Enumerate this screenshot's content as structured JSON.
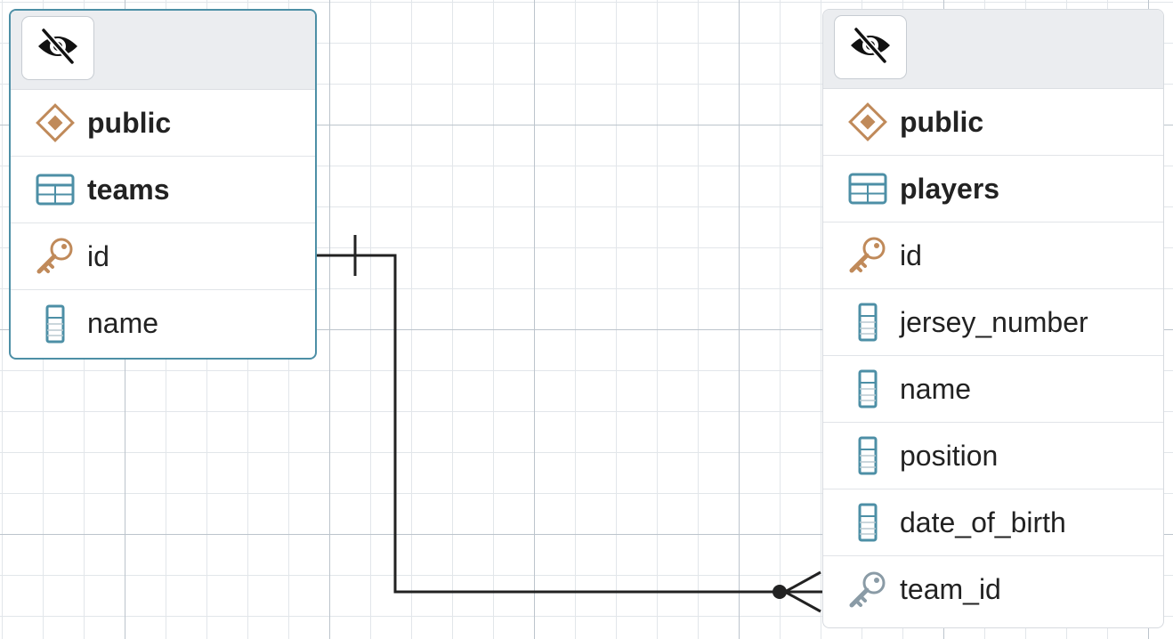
{
  "diagram": {
    "tables": [
      {
        "id": "teams",
        "schema": "public",
        "name": "teams",
        "selected": true,
        "columns": [
          {
            "name": "id",
            "kind": "primary-key"
          },
          {
            "name": "name",
            "kind": "column"
          }
        ]
      },
      {
        "id": "players",
        "schema": "public",
        "name": "players",
        "selected": false,
        "columns": [
          {
            "name": "id",
            "kind": "primary-key"
          },
          {
            "name": "jersey_number",
            "kind": "column"
          },
          {
            "name": "name",
            "kind": "column"
          },
          {
            "name": "position",
            "kind": "column"
          },
          {
            "name": "date_of_birth",
            "kind": "column"
          },
          {
            "name": "team_id",
            "kind": "foreign-key"
          }
        ]
      }
    ],
    "relationships": [
      {
        "from_table": "teams",
        "from_column": "id",
        "from_cardinality": "one",
        "to_table": "players",
        "to_column": "team_id",
        "to_cardinality": "many"
      }
    ],
    "colors": {
      "schema_icon": "#c08a5a",
      "table_icon": "#4d8fa6",
      "primary_key_icon": "#c08a5a",
      "foreign_key_icon": "#8a9ba6",
      "column_icon": "#4d8fa6",
      "selected_border": "#4d8fa6",
      "connector": "#222222"
    }
  }
}
